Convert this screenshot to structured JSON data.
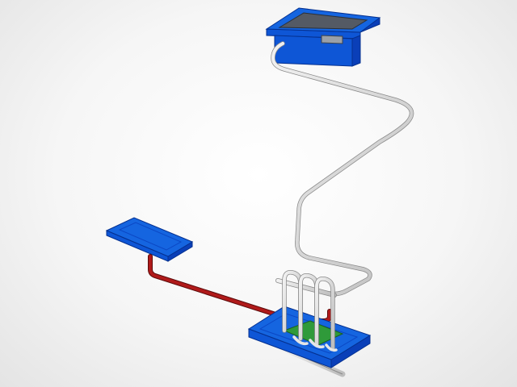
{
  "scene": {
    "colors": {
      "background": "#f4f4f4",
      "tray_top": "#1565e0",
      "tray_side": "#0a3fb8",
      "tray_face": "#0e56d6",
      "tray_inner_dark": "#545a64",
      "pipe_silver": "#d9d9d9",
      "pipe_silver_shadow": "#8a8a8a",
      "pipe_red": "#b01a1a",
      "pipe_red_shadow": "#5c0b0b",
      "board_green": "#2f9a3a"
    },
    "objects": [
      {
        "name": "upper-tray",
        "kind": "box",
        "icon": "tray-icon"
      },
      {
        "name": "left-tray",
        "kind": "box",
        "icon": "tray-icon"
      },
      {
        "name": "bottom-tray",
        "kind": "box",
        "icon": "tray-icon"
      },
      {
        "name": "silver-pipe",
        "kind": "pipe",
        "icon": "pipe-icon"
      },
      {
        "name": "red-pipe",
        "kind": "pipe",
        "icon": "pipe-icon"
      },
      {
        "name": "coil-loops",
        "kind": "pipe-bundle",
        "icon": "coil-icon"
      },
      {
        "name": "circuit-board",
        "kind": "board",
        "icon": "board-icon"
      }
    ]
  }
}
